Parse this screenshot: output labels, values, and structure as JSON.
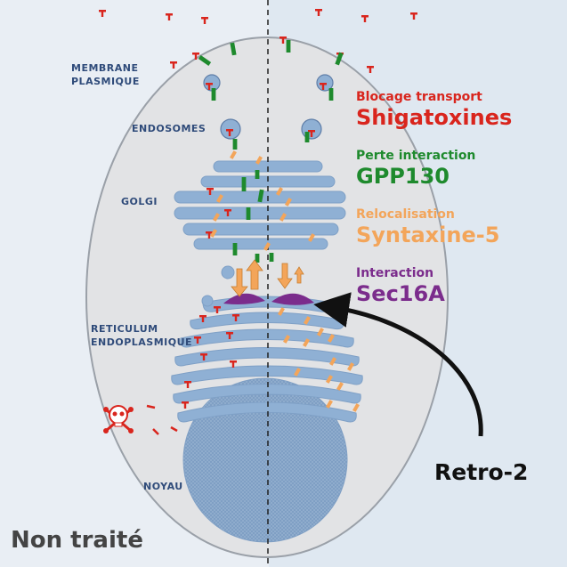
{
  "labels": {
    "membrane_line1": "MEMBRANE",
    "membrane_line2": "PLASMIQUE",
    "endosomes": "ENDOSOMES",
    "golgi": "GOLGI",
    "er_line1": "RETICULUM",
    "er_line2": "ENDOPLASMIQUE",
    "nucleus": "NOYAU"
  },
  "legend": [
    {
      "small": "Blocage transport",
      "big": "Shigatoxines",
      "color": "#d9251d"
    },
    {
      "small": "Perte interaction",
      "big": "GPP130",
      "color": "#1e8a2d"
    },
    {
      "small": "Relocalisation",
      "big": "Syntaxine-5",
      "color": "#f3a55a"
    },
    {
      "small": "Interaction",
      "big": "Sec16A",
      "color": "#7b2c8c"
    }
  ],
  "drug_label": "Retro-2",
  "condition_label": "Non traité",
  "colors": {
    "background": "#e9eef4",
    "cell": "#e0e2e4",
    "organelle": "#8fb0d4",
    "toxin": "#d9251d",
    "gpp130": "#1e8a2d",
    "syntaxin5": "#f3a55a",
    "sec16a": "#7b2c8c",
    "label": "#2f4b7a"
  },
  "icons": [
    "skull-crossbones-icon",
    "toxin-marker-icon"
  ]
}
